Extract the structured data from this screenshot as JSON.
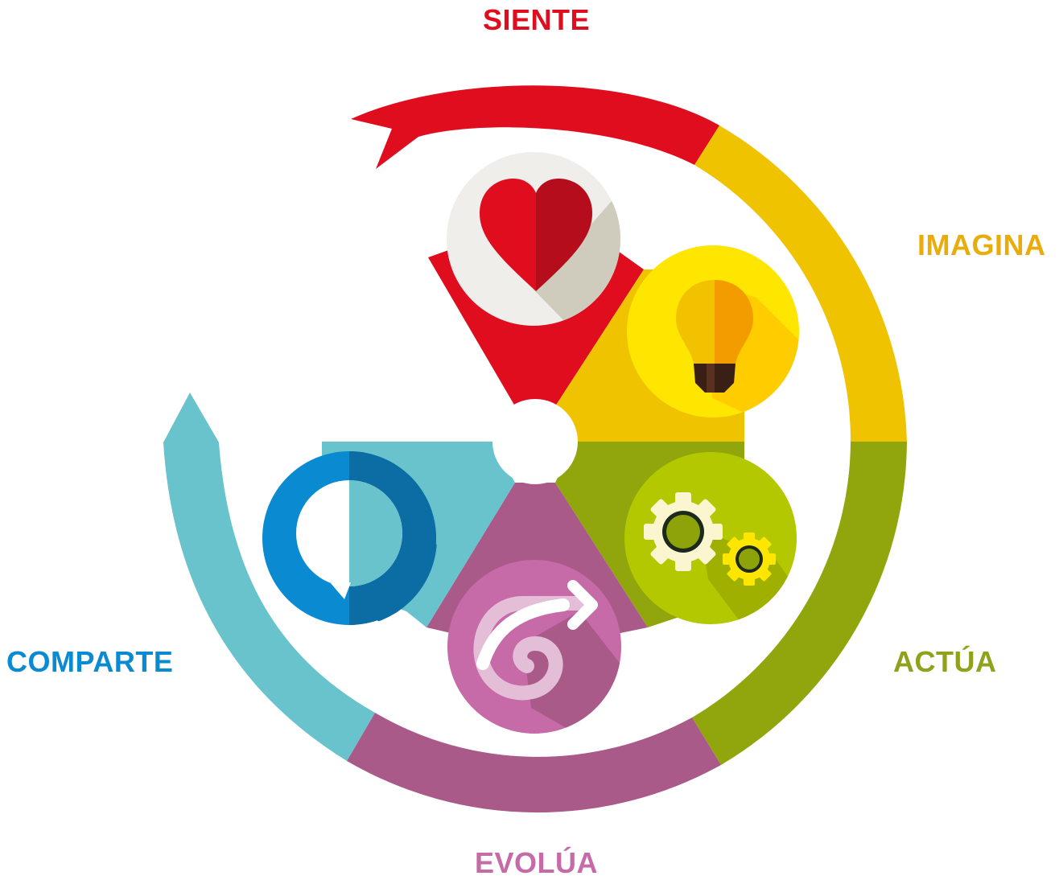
{
  "stages": [
    {
      "id": "siente",
      "label": "SIENTE",
      "color": "#e00d1f",
      "icon": "heart-icon"
    },
    {
      "id": "imagina",
      "label": "IMAGINA",
      "color": "#efc300",
      "icon": "lightbulb-icon"
    },
    {
      "id": "actua",
      "label": "ACTÚA",
      "color": "#91a60c",
      "icon": "gears-icon"
    },
    {
      "id": "evolua",
      "label": "EVOLÚA",
      "color": "#a95a89",
      "icon": "spiral-arrow-icon"
    },
    {
      "id": "comparte",
      "label": "COMPARTE",
      "color": "#69c3cd",
      "icon": "speech-bubble-icon"
    }
  ],
  "label_colors": {
    "siente": "#e00d1f",
    "imagina": "#e8ad0c",
    "actua": "#8fa21a",
    "evolua": "#c66aa8",
    "comparte": "#0a8bd1"
  }
}
